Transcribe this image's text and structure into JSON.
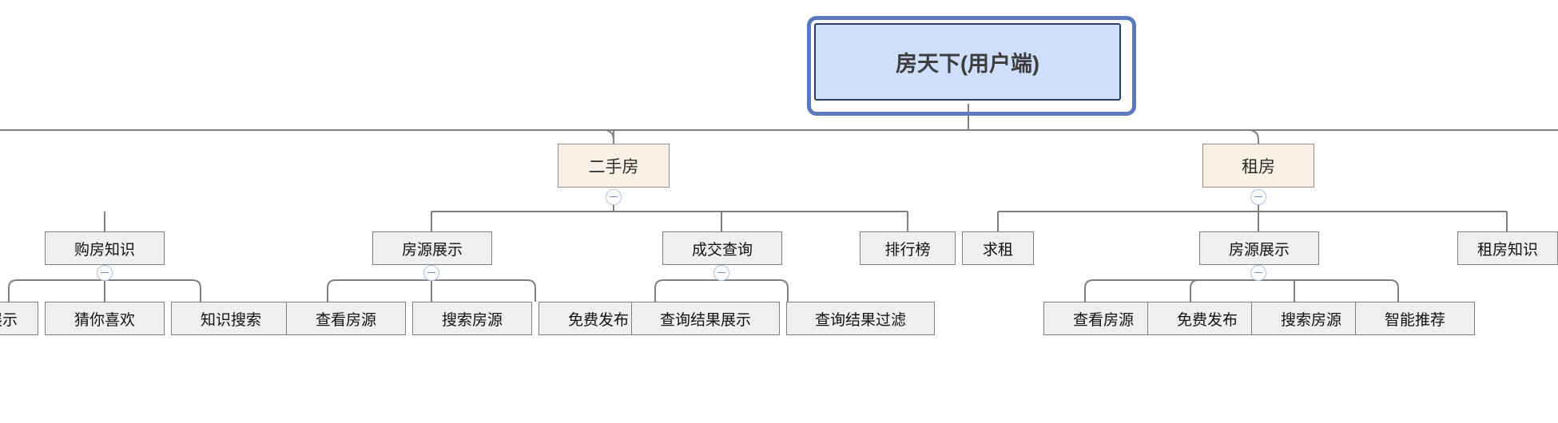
{
  "diagram": {
    "type": "mind-map-tree",
    "title": "房天下(用户端)",
    "colors": {
      "root_fill": "#cfdefb",
      "root_border": "#2b3e67",
      "root_halo": "#5a7ac0",
      "level2_fill": "#fbf0e6",
      "level2_border": "#9a8d82",
      "leaf_fill": "#efefef",
      "leaf_border": "#808080",
      "edge": "#808080",
      "toggle_border": "#a9c0e8",
      "toggle_glyph": "#6f8ec4",
      "background": "#ffffff"
    },
    "root": {
      "label": "房天下(用户端)"
    },
    "level2": [
      {
        "label": "二手房",
        "toggle": "collapse-minus"
      },
      {
        "label": "租房",
        "toggle": "collapse-minus"
      }
    ],
    "level3": [
      {
        "label": "购房知识",
        "toggle": "collapse-minus",
        "parent": "二手房"
      },
      {
        "label": "房源展示",
        "toggle": "collapse-minus",
        "parent": "二手房"
      },
      {
        "label": "成交查询",
        "toggle": "collapse-minus",
        "parent": "二手房"
      },
      {
        "label": "排行榜",
        "toggle": null,
        "parent": "二手房"
      },
      {
        "label": "求租",
        "toggle": null,
        "parent": "租房"
      },
      {
        "label": "房源展示",
        "toggle": "collapse-minus",
        "parent": "租房"
      },
      {
        "label": "租房知识",
        "toggle": null,
        "parent": "租房"
      }
    ],
    "level4": [
      {
        "label": "展示",
        "parent": "购房知识",
        "clipped": true
      },
      {
        "label": "猜你喜欢",
        "parent": "购房知识"
      },
      {
        "label": "知识搜索",
        "parent": "购房知识"
      },
      {
        "label": "查看房源",
        "parent": "房源展示(二手房)"
      },
      {
        "label": "搜索房源",
        "parent": "房源展示(二手房)"
      },
      {
        "label": "免费发布",
        "parent": "房源展示(二手房)"
      },
      {
        "label": "查询结果展示",
        "parent": "成交查询"
      },
      {
        "label": "查询结果过滤",
        "parent": "成交查询"
      },
      {
        "label": "查看房源",
        "parent": "房源展示(租房)"
      },
      {
        "label": "免费发布",
        "parent": "房源展示(租房)"
      },
      {
        "label": "搜索房源",
        "parent": "房源展示(租房)"
      },
      {
        "label": "智能推荐",
        "parent": "房源展示(租房)"
      }
    ]
  }
}
